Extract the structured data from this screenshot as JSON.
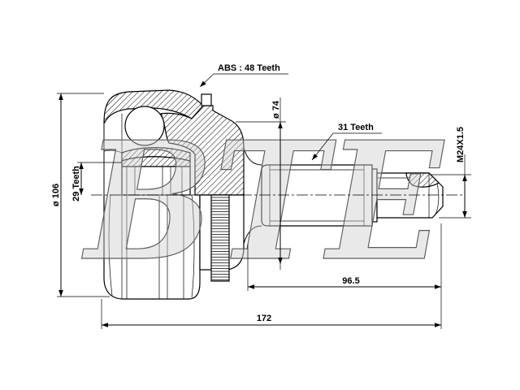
{
  "drawing": {
    "labels": {
      "abs_teeth": "ABS : 48 Teeth",
      "outer_diameter": "ø 106",
      "inner_spline_teeth": "29 Teeth",
      "neck_diameter": "ø 74",
      "shaft_spline_teeth": "31 Teeth",
      "thread": "M24X1.5",
      "shaft_length": "96.5",
      "overall_length": "172"
    },
    "watermark": "BTE"
  },
  "colors": {
    "line": "#000000",
    "watermark_fill": "#cfcfcf",
    "watermark_outline": "#5a5a5a"
  }
}
